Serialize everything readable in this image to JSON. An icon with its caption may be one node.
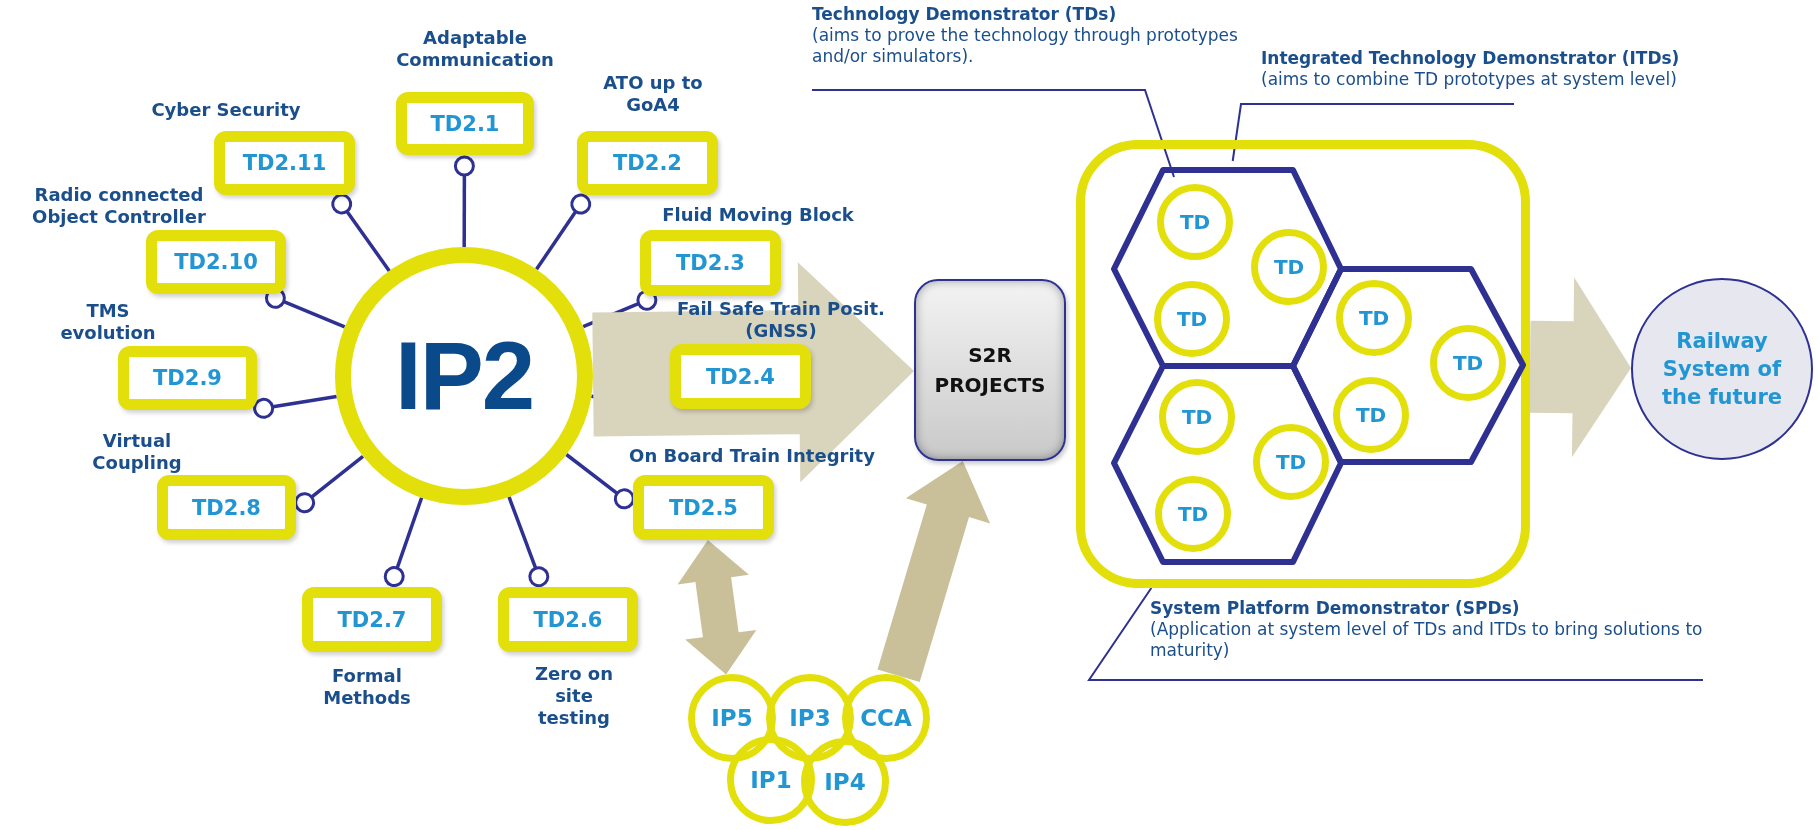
{
  "diagram": {
    "nodes": [
      {
        "text": [
          "IP2"
        ]
      },
      {
        "text": [
          "TD2.1"
        ],
        "beside": [
          "Adaptable Communication"
        ]
      },
      {
        "text": [
          "TD2.2"
        ],
        "beside": [
          "ATO up to GoA4"
        ]
      },
      {
        "text": [
          "TD2.3"
        ],
        "beside": [
          "Fluid Moving Block"
        ]
      },
      {
        "text": [
          "TD2.4"
        ],
        "beside": [
          "Fail Safe Train Posit. (GNSS)"
        ]
      },
      {
        "text": [
          "TD2.5"
        ],
        "beside": [
          "On Board Train Integrity"
        ]
      },
      {
        "text": [
          "TD2.6"
        ],
        "beside": [
          "Zero on site testing"
        ]
      },
      {
        "text": [
          "TD2.7"
        ],
        "beside": [
          "Formal Methods"
        ]
      },
      {
        "text": [
          "TD2.8"
        ],
        "beside": [
          "Virtual Coupling"
        ]
      },
      {
        "text": [
          "TD2.9"
        ],
        "beside": [
          "TMS evolution"
        ]
      },
      {
        "text": [
          "TD2.10"
        ],
        "beside": [
          "Radio connected Object Controller"
        ]
      },
      {
        "text": [
          "TD2.11"
        ],
        "beside": [
          "Cyber Security"
        ]
      },
      {
        "text": [
          "S2R PROJECTS"
        ]
      },
      {
        "text": [
          "Technology Demonstrator (TDs)",
          "(aims to prove the technology through prototypes and/or simulators)."
        ]
      },
      {
        "text": [
          "Integrated Technology Demonstrator (ITDs)",
          "(aims to combine TD prototypes at system level)"
        ]
      },
      {
        "text": [],
        "shape": "box"
      },
      {
        "text": [],
        "shape": "hexagon",
        "in": 15
      },
      {
        "text": [],
        "shape": "hexagon",
        "in": 15
      },
      {
        "text": [],
        "shape": "hexagon",
        "in": 15
      },
      {
        "text": [
          "TD"
        ],
        "in": 16
      },
      {
        "text": [
          "TD"
        ],
        "in": 16
      },
      {
        "text": [
          "TD"
        ],
        "in": 16
      },
      {
        "text": [
          "TD"
        ],
        "in": 17
      },
      {
        "text": [
          "TD"
        ],
        "in": 17
      },
      {
        "text": [
          "TD"
        ],
        "in": 17
      },
      {
        "text": [
          "TD"
        ],
        "in": 18
      },
      {
        "text": [
          "TD"
        ],
        "in": 18
      },
      {
        "text": [
          "TD"
        ],
        "in": 18
      },
      {
        "text": [
          "Railway System of the future"
        ]
      },
      {
        "text": [
          "System Platform Demonstrator (SPDs)",
          "(Application at system level of TDs and ITDs to bring solutions to maturity)"
        ]
      },
      {
        "text": [
          "IP5"
        ]
      },
      {
        "text": [
          "IP3"
        ]
      },
      {
        "text": [
          "CCA"
        ]
      },
      {
        "text": [
          "IP1"
        ]
      },
      {
        "text": [
          "IP4"
        ]
      }
    ],
    "edges": [
      {
        "from": 0,
        "to": 1,
        "arrow": "other"
      },
      {
        "from": 0,
        "to": 2,
        "arrow": "other"
      },
      {
        "from": 0,
        "to": 3,
        "arrow": "other"
      },
      {
        "from": 0,
        "to": 4,
        "arrow": "other"
      },
      {
        "from": 0,
        "to": 5,
        "arrow": "other"
      },
      {
        "from": 0,
        "to": 6,
        "arrow": "other"
      },
      {
        "from": 0,
        "to": 7,
        "arrow": "other"
      },
      {
        "from": 0,
        "to": 8,
        "arrow": "other"
      },
      {
        "from": 0,
        "to": 9,
        "arrow": "other"
      },
      {
        "from": 0,
        "to": 10,
        "arrow": "other"
      },
      {
        "from": 0,
        "to": 11,
        "arrow": "other"
      },
      {
        "from": 0,
        "to": 12,
        "arrow": "to",
        "style": "thick",
        "color": "#d9d4bc"
      },
      {
        "from": 32,
        "to": 12,
        "arrow": "to",
        "style": "thick",
        "color": "#c9c09a"
      },
      {
        "from": 5,
        "to": 30,
        "arrow": "both",
        "style": "thick",
        "color": "#c9c09a"
      },
      {
        "from": 15,
        "to": 28,
        "arrow": "to",
        "style": "thick",
        "color": "#d9d4bc"
      },
      {
        "from": 13,
        "to": 19,
        "arrow": "none"
      },
      {
        "from": 14,
        "to": 16,
        "arrow": "none"
      },
      {
        "from": 29,
        "to": 15,
        "arrow": "none"
      }
    ]
  }
}
